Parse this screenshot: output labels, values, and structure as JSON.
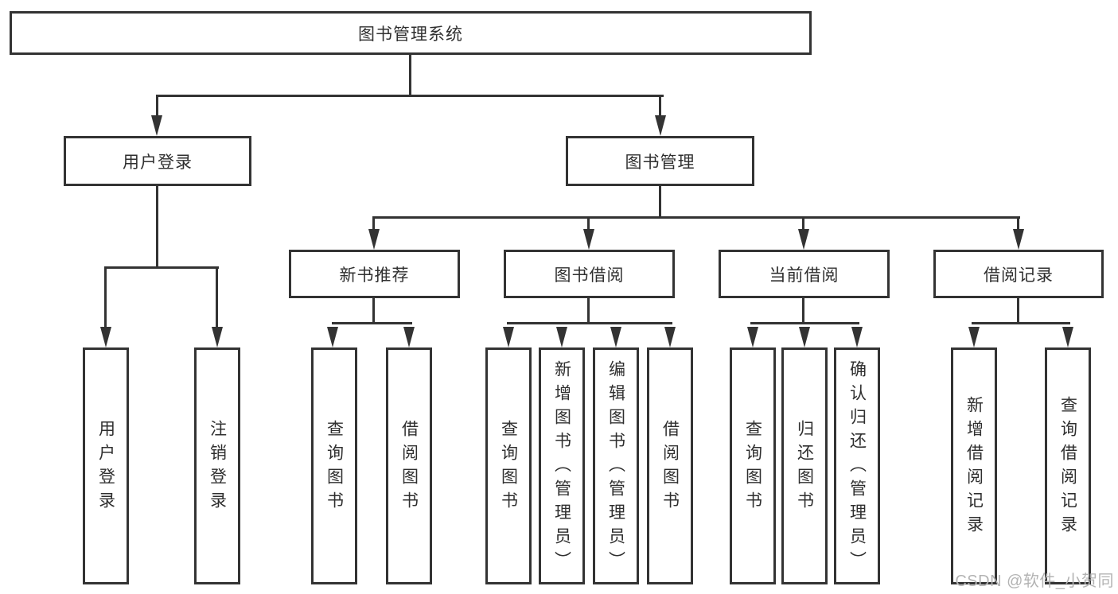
{
  "diagram": {
    "title_node": "图书管理系统",
    "root": {
      "label": "图书管理系统"
    },
    "level2": [
      {
        "label": "用户登录"
      },
      {
        "label": "图书管理"
      }
    ],
    "level3": [
      {
        "label": "新书推荐"
      },
      {
        "label": "图书借阅"
      },
      {
        "label": "当前借阅"
      },
      {
        "label": "借阅记录"
      }
    ],
    "leaves": {
      "user_login": [
        "用户登录",
        "注销登录"
      ],
      "new_book": [
        "查询图书",
        "借阅图书"
      ],
      "book_borrow": [
        "查询图书",
        "新增图书（管理员）",
        "编辑图书（管理员）",
        "借阅图书"
      ],
      "current_borrow": [
        "查询图书",
        "归还图书",
        "确认归还（管理员）"
      ],
      "borrow_record": [
        "新增借阅记录",
        "查询借阅记录"
      ]
    }
  },
  "watermark": {
    "text": "CSDN @软件_小贺同学",
    "color": "#b3b3b3"
  },
  "colors": {
    "line": "#333333",
    "text": "#2f2f2f",
    "background": "#ffffff"
  }
}
